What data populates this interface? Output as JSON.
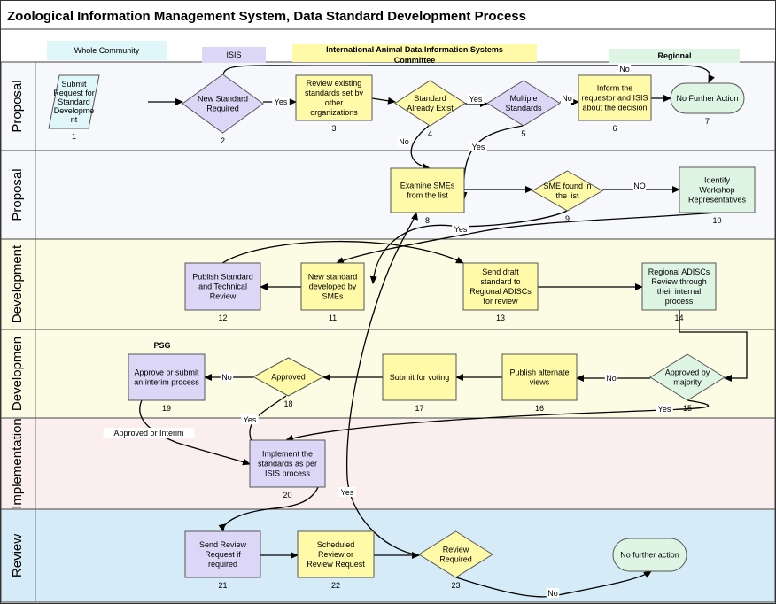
{
  "title": "Zoological Information Management System, Data Standard Development Process",
  "headers": [
    {
      "id": "whole-community",
      "label": "Whole Community",
      "color": "#e0f7f9"
    },
    {
      "id": "isis",
      "label": "ISIS",
      "color": "#dcd6f7"
    },
    {
      "id": "iadis",
      "label": "International Animal Data Information Systems\nCommittee",
      "color": "#fffaa8"
    },
    {
      "id": "regional",
      "label": "Regional",
      "color": "#dff5e4"
    }
  ],
  "lanes": [
    {
      "label": "Proposal",
      "color": "#f7f8fc"
    },
    {
      "label": "Proposal",
      "color": "#f7f8fc"
    },
    {
      "label": "Development",
      "color": "#fcfbe4"
    },
    {
      "label": "Developmen",
      "color": "#fcfbe4"
    },
    {
      "label": "Implementation",
      "color": "#fbeeee"
    },
    {
      "label": "Review",
      "color": "#d5ecf8"
    }
  ],
  "colors": {
    "isis": "#dcd6f7",
    "committee": "#fffaa8",
    "regional": "#dff5e4",
    "community": "#e0f7f9",
    "stroke": "#555555"
  },
  "nodes": [
    {
      "id": "1",
      "shape": "parallelogram",
      "fill": "community",
      "label": "Submit\nRequest for\nStandard\nDevelopme\nnt",
      "num": "1"
    },
    {
      "id": "2",
      "shape": "diamond",
      "fill": "isis",
      "label": "New Standard\nRequired",
      "num": "2"
    },
    {
      "id": "3",
      "shape": "rect",
      "fill": "committee",
      "label": "Review existing\nstandards set by\nother\norganizations",
      "num": "3"
    },
    {
      "id": "4",
      "shape": "diamond",
      "fill": "committee",
      "label": "Standard\nAlready Exist",
      "num": "4"
    },
    {
      "id": "5",
      "shape": "diamond",
      "fill": "isis",
      "label": "Multiple\nStandards",
      "num": "5"
    },
    {
      "id": "6",
      "shape": "rect",
      "fill": "committee",
      "label": "Inform the\nrequestor and ISIS\nabout the decision",
      "num": "6"
    },
    {
      "id": "7",
      "shape": "terminal",
      "fill": "regional",
      "label": "No Further Action",
      "num": "7"
    },
    {
      "id": "8",
      "shape": "rect",
      "fill": "committee",
      "label": "Examine SMEs\nfrom the list",
      "num": "8"
    },
    {
      "id": "9",
      "shape": "diamond",
      "fill": "committee",
      "label": "SME found in\nthe list",
      "num": "9"
    },
    {
      "id": "10",
      "shape": "rect",
      "fill": "regional",
      "label": "Identify\nWorkshop\nRepresentatives",
      "num": "10"
    },
    {
      "id": "11",
      "shape": "rect",
      "fill": "committee",
      "label": "New standard\ndeveloped by\nSMEs",
      "num": "11"
    },
    {
      "id": "12",
      "shape": "rect",
      "fill": "isis",
      "label": "Publish Standard\nand Technical\nReview",
      "num": "12"
    },
    {
      "id": "13",
      "shape": "rect",
      "fill": "committee",
      "label": "Send draft\nstandard to\nRegional ADISCs\nfor review",
      "num": "13"
    },
    {
      "id": "14",
      "shape": "rect",
      "fill": "regional",
      "label": "Regional ADISCs\nReview through\ntheir internal\nprocess",
      "num": "14"
    },
    {
      "id": "15",
      "shape": "diamond",
      "fill": "regional",
      "label": "Approved by\nmajority",
      "num": "15"
    },
    {
      "id": "16",
      "shape": "rect",
      "fill": "committee",
      "label": "Publish alternate\nviews",
      "num": "16"
    },
    {
      "id": "17",
      "shape": "rect",
      "fill": "committee",
      "label": "Submit for voting",
      "num": "17"
    },
    {
      "id": "18",
      "shape": "diamond",
      "fill": "committee",
      "label": "Approved",
      "num": "18"
    },
    {
      "id": "19",
      "shape": "rect",
      "fill": "isis",
      "label": "Approve or submit\nan interim process",
      "num": "19",
      "tag": "PSG"
    },
    {
      "id": "20",
      "shape": "rect",
      "fill": "isis",
      "label": "Implement the\nstandards as per\nISIS process",
      "num": "20"
    },
    {
      "id": "21",
      "shape": "rect",
      "fill": "isis",
      "label": "Send Review\nRequest if\nrequired",
      "num": "21"
    },
    {
      "id": "22",
      "shape": "rect",
      "fill": "committee",
      "label": "Scheduled\nReview or\nReview Request",
      "num": "22"
    },
    {
      "id": "23",
      "shape": "diamond",
      "fill": "committee",
      "label": "Review\nRequired",
      "num": "23"
    },
    {
      "id": "24",
      "shape": "terminal",
      "fill": "regional",
      "label": "No further action",
      "num": ""
    }
  ],
  "edges": [
    {
      "from": "1",
      "to": "2",
      "label": ""
    },
    {
      "from": "2",
      "to": "3",
      "label": "Yes"
    },
    {
      "from": "2",
      "to": "7",
      "label": "No"
    },
    {
      "from": "3",
      "to": "4",
      "label": ""
    },
    {
      "from": "4",
      "to": "5",
      "label": "Yes"
    },
    {
      "from": "4",
      "to": "8",
      "label": "No"
    },
    {
      "from": "5",
      "to": "6",
      "label": "No"
    },
    {
      "from": "5",
      "to": "8",
      "label": "Yes"
    },
    {
      "from": "6",
      "to": "7",
      "label": ""
    },
    {
      "from": "8",
      "to": "9",
      "label": ""
    },
    {
      "from": "9",
      "to": "10",
      "label": "NO"
    },
    {
      "from": "9",
      "to": "11",
      "label": "Yes"
    },
    {
      "from": "10",
      "to": "11",
      "label": ""
    },
    {
      "from": "11",
      "to": "12",
      "label": ""
    },
    {
      "from": "12",
      "to": "13",
      "label": ""
    },
    {
      "from": "13",
      "to": "14",
      "label": ""
    },
    {
      "from": "14",
      "to": "15",
      "label": ""
    },
    {
      "from": "15",
      "to": "16",
      "label": "No"
    },
    {
      "from": "15",
      "to": "20",
      "label": "Yes"
    },
    {
      "from": "16",
      "to": "17",
      "label": ""
    },
    {
      "from": "17",
      "to": "18",
      "label": ""
    },
    {
      "from": "18",
      "to": "19",
      "label": "No"
    },
    {
      "from": "18",
      "to": "20",
      "label": "Yes"
    },
    {
      "from": "19",
      "to": "20",
      "label": "Approved or Interim"
    },
    {
      "from": "20",
      "to": "21",
      "label": ""
    },
    {
      "from": "21",
      "to": "22",
      "label": ""
    },
    {
      "from": "22",
      "to": "23",
      "label": ""
    },
    {
      "from": "23",
      "to": "8",
      "label": "Yes"
    },
    {
      "from": "23",
      "to": "24",
      "label": "No"
    }
  ]
}
